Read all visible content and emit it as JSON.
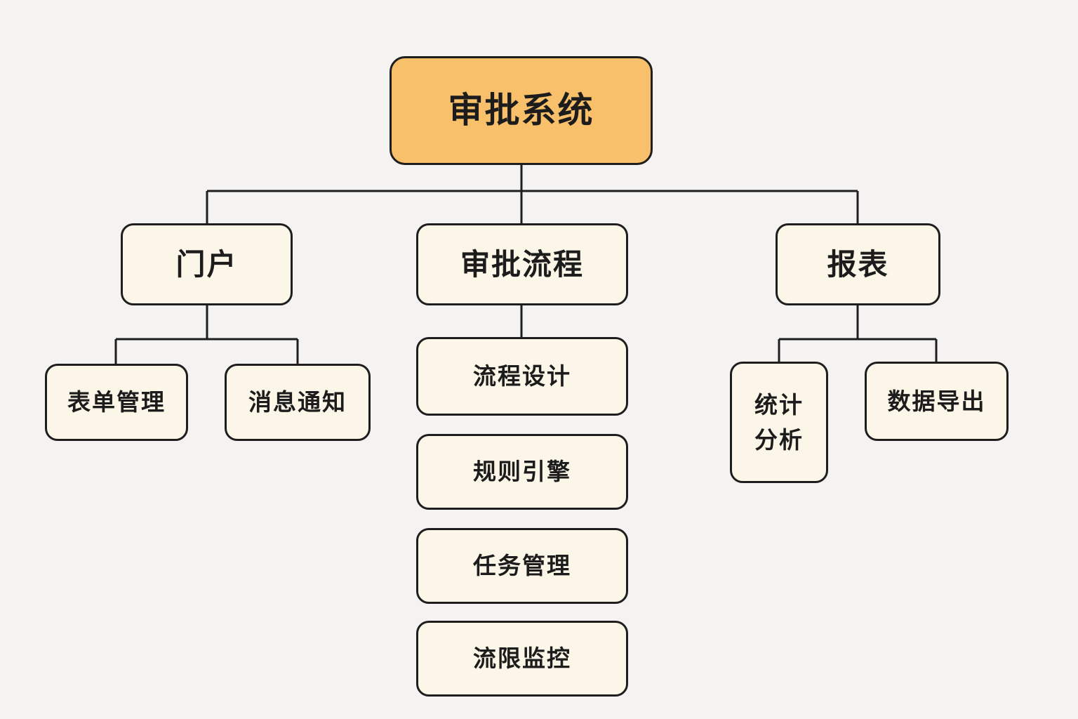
{
  "diagram": {
    "type": "tree",
    "nodes": {
      "root": {
        "label": "审批系统"
      },
      "portal": {
        "label": "门户"
      },
      "form_management": {
        "label": "表单管理"
      },
      "message_notification": {
        "label": "消息通知"
      },
      "approval_flow": {
        "label": "审批流程"
      },
      "process_design": {
        "label": "流程设计"
      },
      "rule_engine": {
        "label": "规则引擎"
      },
      "task_management": {
        "label": "任务管理"
      },
      "flow_limit_monitoring": {
        "label": "流限监控"
      },
      "report": {
        "label": "报表"
      },
      "statistics_analysis": {
        "label": "统计\n分析"
      },
      "data_export": {
        "label": "数据导出"
      }
    },
    "hierarchy": {
      "审批系统": {
        "门户": [
          "表单管理",
          "消息通知"
        ],
        "审批流程": [
          "流程设计",
          "规则引擎",
          "任务管理",
          "流限监控"
        ],
        "报表": [
          "统计分析",
          "数据导出"
        ]
      }
    },
    "colors": {
      "background": "#F4F3F1",
      "root_fill": "#F8C06A",
      "node_fill": "#FBF6E7",
      "stroke": "#1E1E1E"
    }
  }
}
